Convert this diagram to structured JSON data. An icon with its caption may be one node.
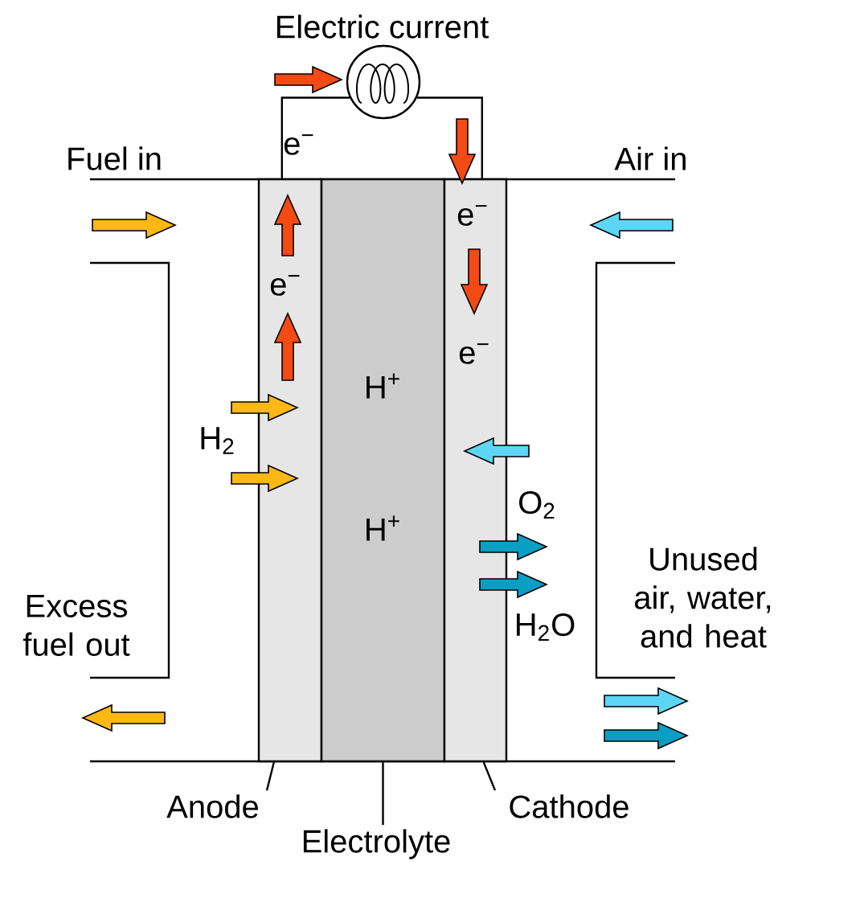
{
  "diagram": {
    "nodes": [
      {
        "text": [],
        "shape": "box"
      },
      {
        "text": [],
        "shape": "box"
      },
      {
        "text": [],
        "shape": "box"
      },
      {
        "text": [
          "Anode"
        ]
      },
      {
        "text": [
          "Electrolyte"
        ]
      },
      {
        "text": [
          "Cathode"
        ]
      },
      {
        "text": [],
        "shape": "circle",
        "beside": [
          "Electric current"
        ]
      }
    ],
    "edges": [
      {
        "from": 3,
        "to": 0,
        "arrow": "none"
      },
      {
        "from": 4,
        "to": 1,
        "arrow": "none"
      },
      {
        "from": 5,
        "to": 2,
        "arrow": "none"
      },
      {
        "from": 0,
        "to": 6,
        "arrow": "none"
      },
      {
        "from": 6,
        "to": 2,
        "arrow": "none"
      }
    ],
    "labels": [
      "e$^{−}$",
      "Fuel in",
      "Air in",
      "e$^{−}$",
      "e$^{−}$",
      "e$^{−}$",
      "H$^{+}$",
      "H$_{2}$",
      "O$_{2}$",
      "H$^{+}$",
      "Excess fuel out",
      "Unused air, water, and heat",
      "H$_{2}$O"
    ]
  }
}
